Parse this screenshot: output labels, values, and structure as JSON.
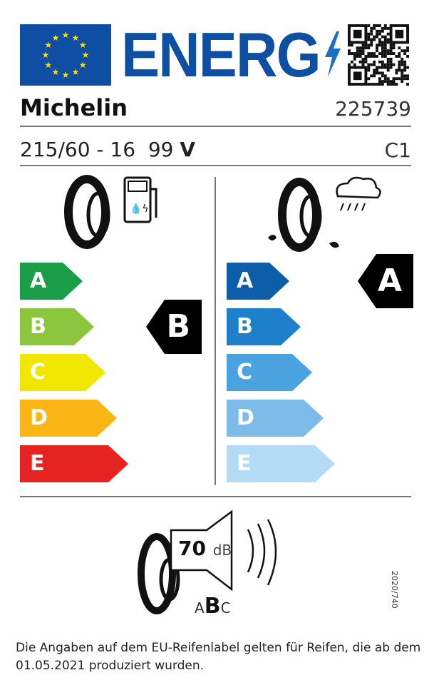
{
  "header": {
    "logo_text": "ENERG",
    "qr_label": "qr-code"
  },
  "brand": "Michelin",
  "product_code": "225739",
  "tyre": {
    "size": "215/60 - 16",
    "load_index": "99",
    "speed": "V",
    "class": "C1"
  },
  "fuel_efficiency": {
    "classes": [
      "A",
      "B",
      "C",
      "D",
      "E"
    ],
    "colors": [
      "#1a9f48",
      "#8cc63f",
      "#f1e600",
      "#fbb515",
      "#e52421"
    ],
    "rating": "B"
  },
  "wet_grip": {
    "classes": [
      "A",
      "B",
      "C",
      "D",
      "E"
    ],
    "colors": [
      "#0d5ea8",
      "#1e7fcb",
      "#4aa3de",
      "#7dbbe9",
      "#b4dbf5"
    ],
    "rating": "A"
  },
  "noise": {
    "value": "70",
    "unit": "dB",
    "classes": [
      "A",
      "B",
      "C"
    ],
    "selected": "B"
  },
  "regulation": "2020/740",
  "footer": "Die Angaben auf dem EU-Reifenlabel gelten für Reifen, die ab dem 01.05.2021 produziert wurden."
}
